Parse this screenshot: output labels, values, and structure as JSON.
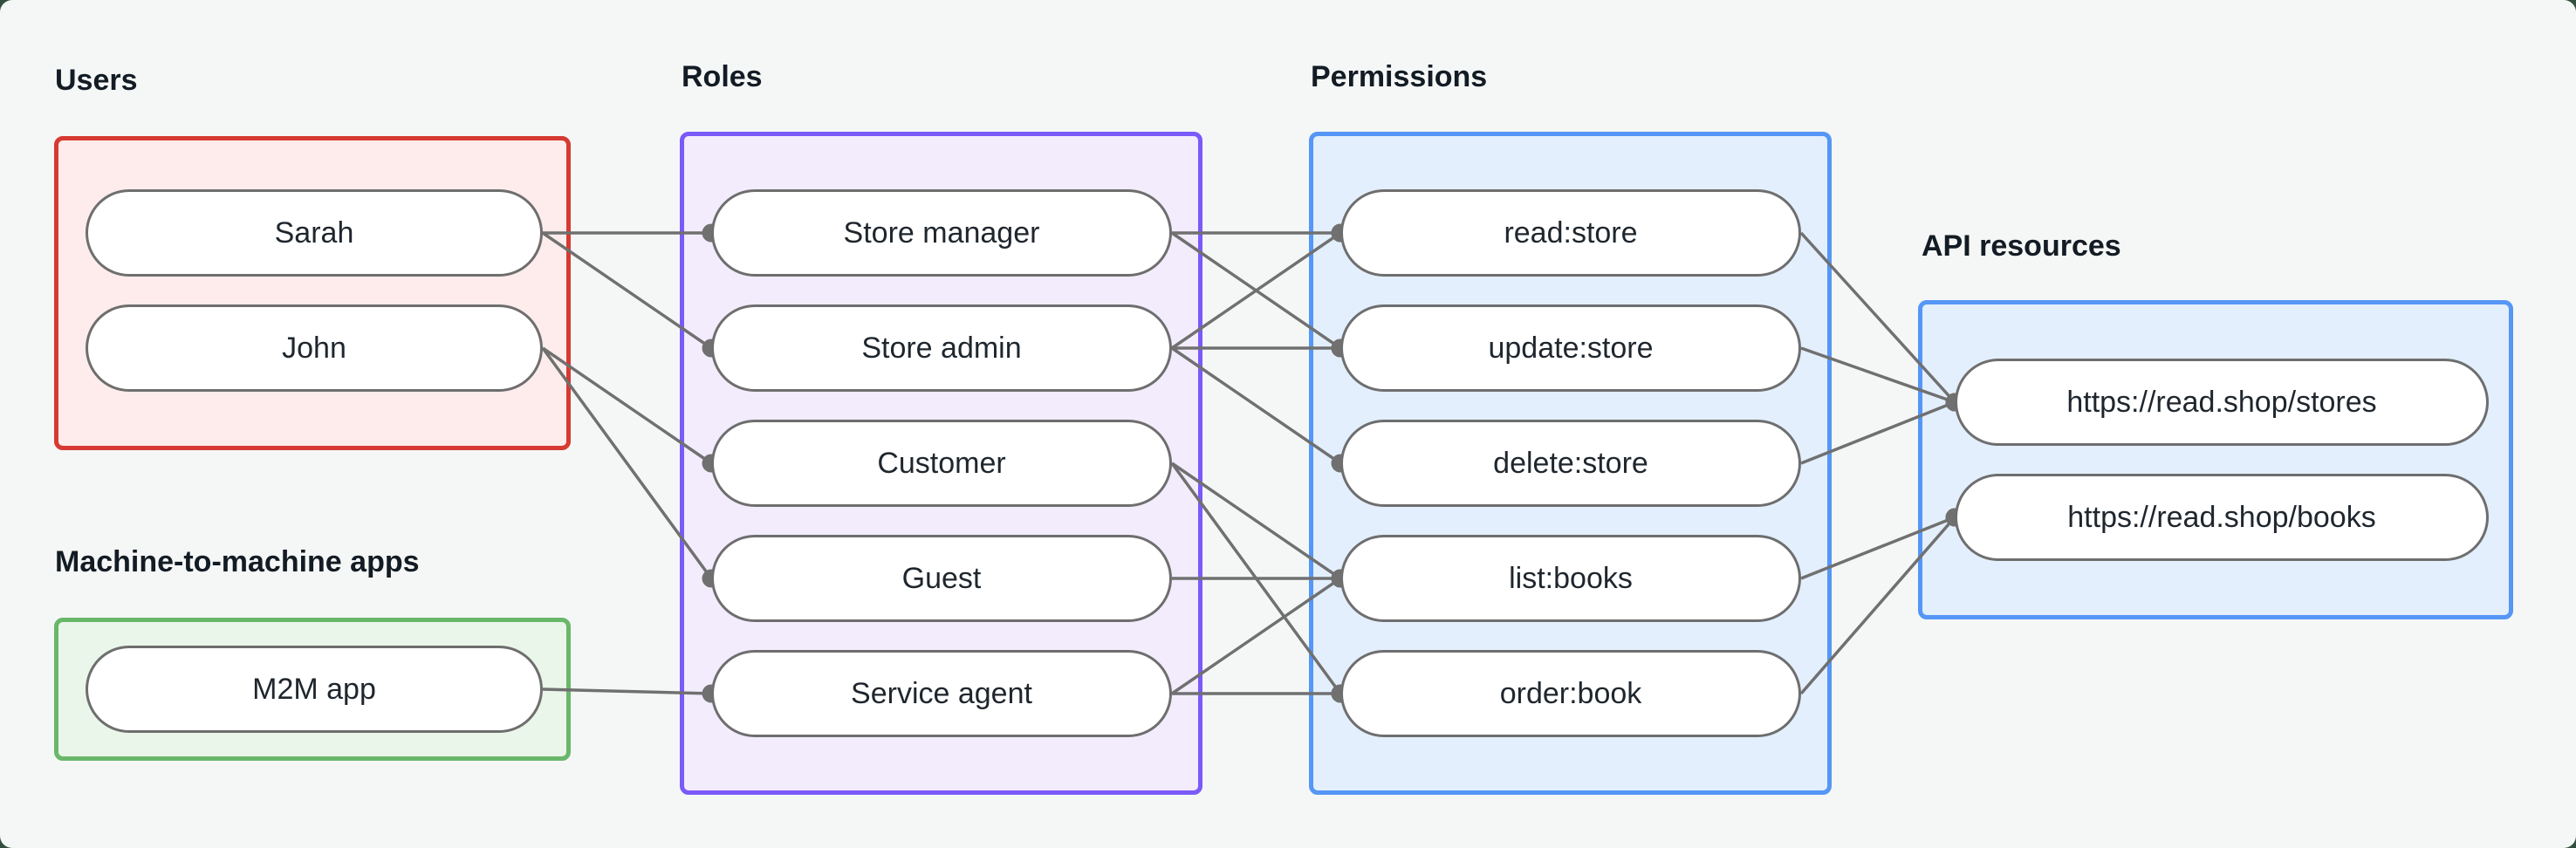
{
  "sections": {
    "users": {
      "label": "Users",
      "items": [
        {
          "id": "sarah",
          "label": "Sarah"
        },
        {
          "id": "john",
          "label": "John"
        }
      ]
    },
    "m2m": {
      "label": "Machine-to-machine apps",
      "items": [
        {
          "id": "m2m_app",
          "label": "M2M app"
        }
      ]
    },
    "roles": {
      "label": "Roles",
      "items": [
        {
          "id": "store_manager",
          "label": "Store manager"
        },
        {
          "id": "store_admin",
          "label": "Store admin"
        },
        {
          "id": "customer",
          "label": "Customer"
        },
        {
          "id": "guest",
          "label": "Guest"
        },
        {
          "id": "service_agent",
          "label": "Service agent"
        }
      ]
    },
    "permissions": {
      "label": "Permissions",
      "items": [
        {
          "id": "read_store",
          "label": "read:store"
        },
        {
          "id": "update_store",
          "label": "update:store"
        },
        {
          "id": "delete_store",
          "label": "delete:store"
        },
        {
          "id": "list_books",
          "label": "list:books"
        },
        {
          "id": "order_book",
          "label": "order:book"
        }
      ]
    },
    "api": {
      "label": "API resources",
      "items": [
        {
          "id": "stores_api",
          "label": "https://read.shop/stores"
        },
        {
          "id": "books_api",
          "label": "https://read.shop/books"
        }
      ]
    }
  },
  "edges": [
    [
      "sarah",
      "store_manager"
    ],
    [
      "sarah",
      "store_admin"
    ],
    [
      "john",
      "customer"
    ],
    [
      "john",
      "guest"
    ],
    [
      "m2m_app",
      "service_agent"
    ],
    [
      "store_manager",
      "read_store"
    ],
    [
      "store_manager",
      "update_store"
    ],
    [
      "store_admin",
      "read_store"
    ],
    [
      "store_admin",
      "update_store"
    ],
    [
      "store_admin",
      "delete_store"
    ],
    [
      "customer",
      "list_books"
    ],
    [
      "customer",
      "order_book"
    ],
    [
      "guest",
      "list_books"
    ],
    [
      "service_agent",
      "list_books"
    ],
    [
      "service_agent",
      "order_book"
    ],
    [
      "read_store",
      "stores_api"
    ],
    [
      "update_store",
      "stores_api"
    ],
    [
      "delete_store",
      "stores_api"
    ],
    [
      "list_books",
      "books_api"
    ],
    [
      "order_book",
      "books_api"
    ]
  ],
  "colors": {
    "users_border": "#d63a32",
    "users_fill": "#fdeceb",
    "m2m_border": "#69b76a",
    "m2m_fill": "#eaf6e9",
    "roles_border": "#7a5af8",
    "roles_fill": "#f2ecfd",
    "permissions_border": "#5596f6",
    "permissions_fill": "#e3effd",
    "api_border": "#5596f6",
    "api_fill": "#e3effd",
    "connector": "#707070",
    "background": "#f5f7f6",
    "text": "#1f262d"
  }
}
